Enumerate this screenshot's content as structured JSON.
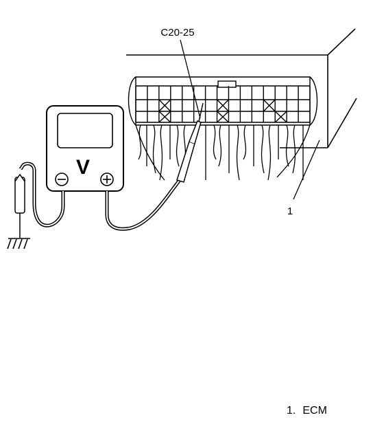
{
  "connector_label": "C20-25",
  "meter": {
    "face_letter": "V",
    "negative_symbol": "⊖",
    "positive_symbol": "⊕"
  },
  "callout_number": "1",
  "legend": {
    "number": "1.",
    "text": "ECM"
  },
  "icons": [
    "voltmeter-icon",
    "ground-icon",
    "probe-icon",
    "ecm-connector-icon"
  ],
  "colors": {
    "ink": "#000000",
    "background": "#ffffff"
  }
}
